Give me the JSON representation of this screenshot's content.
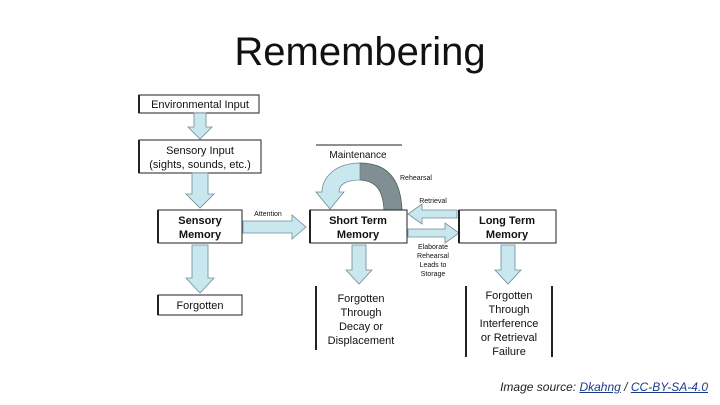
{
  "slide": {
    "title": "Remembering"
  },
  "diagram": {
    "environmental_input": "Environmental Input",
    "sensory_input": {
      "line1": "Sensory Input",
      "line2": "(sights, sounds, etc.)"
    },
    "sensory_memory": {
      "line1": "Sensory",
      "line2": "Memory"
    },
    "short_term_memory": {
      "line1": "Short Term",
      "line2": "Memory"
    },
    "long_term_memory": {
      "line1": "Long Term",
      "line2": "Memory"
    },
    "maintenance": "Maintenance",
    "rehearsal": "Rehearsal",
    "attention": "Attention",
    "retrieval": "Retrieval",
    "elaborate": {
      "line1": "Elaborate",
      "line2": "Rehearsal",
      "line3": "Leads to",
      "line4": "Storage"
    },
    "forgotten_sensory": "Forgotten",
    "forgotten_stm": {
      "line1": "Forgotten",
      "line2": "Through",
      "line3": "Decay or",
      "line4": "Displacement"
    },
    "forgotten_ltm": {
      "line1": "Forgotten",
      "line2": "Through",
      "line3": "Interference",
      "line4": "or Retrieval",
      "line5": "Failure"
    }
  },
  "caption": {
    "prefix": "Image source: ",
    "author": "Dkahng",
    "separator": " / ",
    "license": "CC-BY-SA-4.0"
  }
}
